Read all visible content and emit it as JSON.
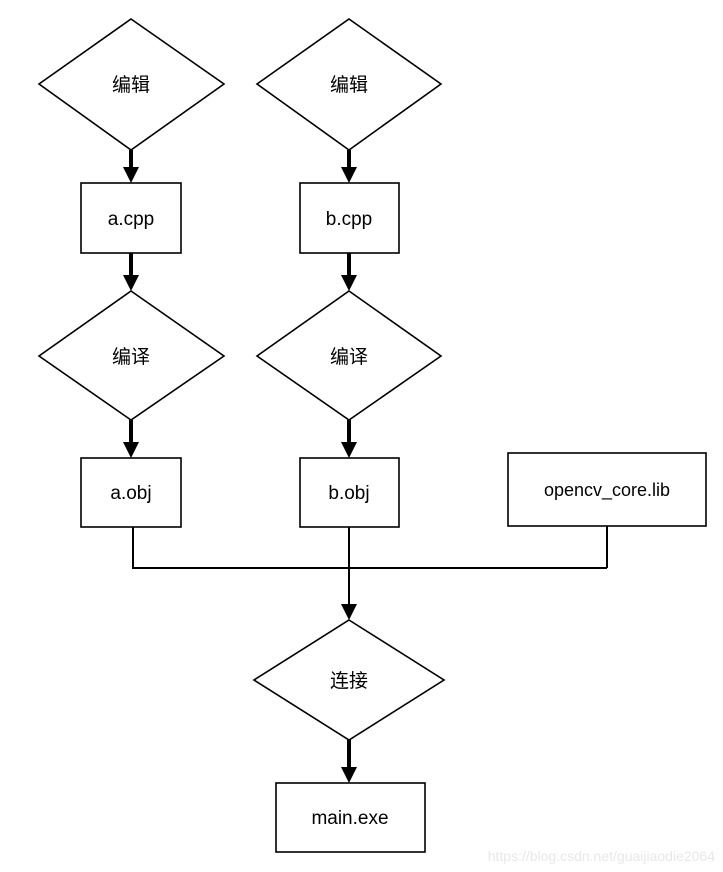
{
  "diagram": {
    "title": "C++ build process flowchart",
    "background_color": "#ffffff",
    "stroke_color": "#000000",
    "nodes": {
      "edit_a": {
        "label": "编辑",
        "shape": "diamond"
      },
      "edit_b": {
        "label": "编辑",
        "shape": "diamond"
      },
      "src_a": {
        "label": "a.cpp",
        "shape": "rect"
      },
      "src_b": {
        "label": "b.cpp",
        "shape": "rect"
      },
      "compile_a": {
        "label": "编译",
        "shape": "diamond"
      },
      "compile_b": {
        "label": "编译",
        "shape": "diamond"
      },
      "obj_a": {
        "label": "a.obj",
        "shape": "rect"
      },
      "obj_b": {
        "label": "b.obj",
        "shape": "rect"
      },
      "lib": {
        "label": "opencv_core.lib",
        "shape": "rect"
      },
      "link": {
        "label": "连接",
        "shape": "diamond"
      },
      "exe": {
        "label": "main.exe",
        "shape": "rect"
      }
    }
  },
  "watermark": {
    "text": "https://blog.csdn.net/guaijiaodie2064",
    "color": "#e8e8e8"
  }
}
